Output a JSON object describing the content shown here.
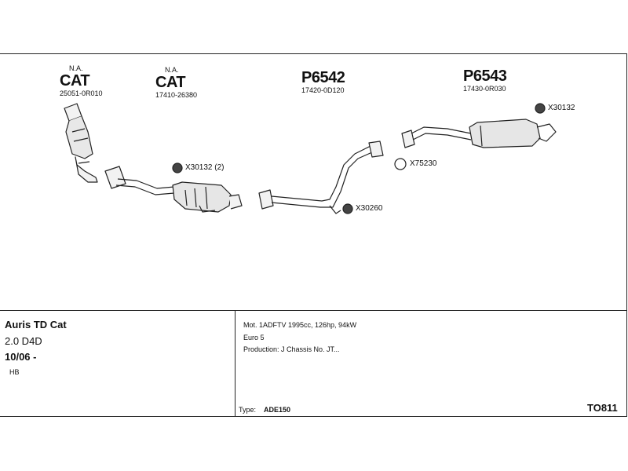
{
  "parts": {
    "cat1": {
      "na": "N.A.",
      "label": "CAT",
      "number": "25051-0R010"
    },
    "cat2": {
      "na": "N.A.",
      "label": "CAT",
      "number": "17410-26380"
    },
    "mid_pipe": {
      "label": "P6542",
      "number": "17420-0D120"
    },
    "rear_silencer": {
      "label": "P6543",
      "number": "17430-0R030"
    }
  },
  "refs": {
    "x30132_cat": "X30132 (2)",
    "x30260": "X30260",
    "x75230": "X75230",
    "x30132_rear": "X30132"
  },
  "info": {
    "model": "Auris TD Cat",
    "engine": "2.0 D4D",
    "date": "10/06 -",
    "body": "HB",
    "motor": "Mot. 1ADFTV 1995cc, 126hp, 94kW",
    "euro": "Euro 5",
    "production": "Production: J Chassis No. JT...",
    "type_label": "Type:",
    "type_value": "ADE150",
    "code": "TO811"
  }
}
